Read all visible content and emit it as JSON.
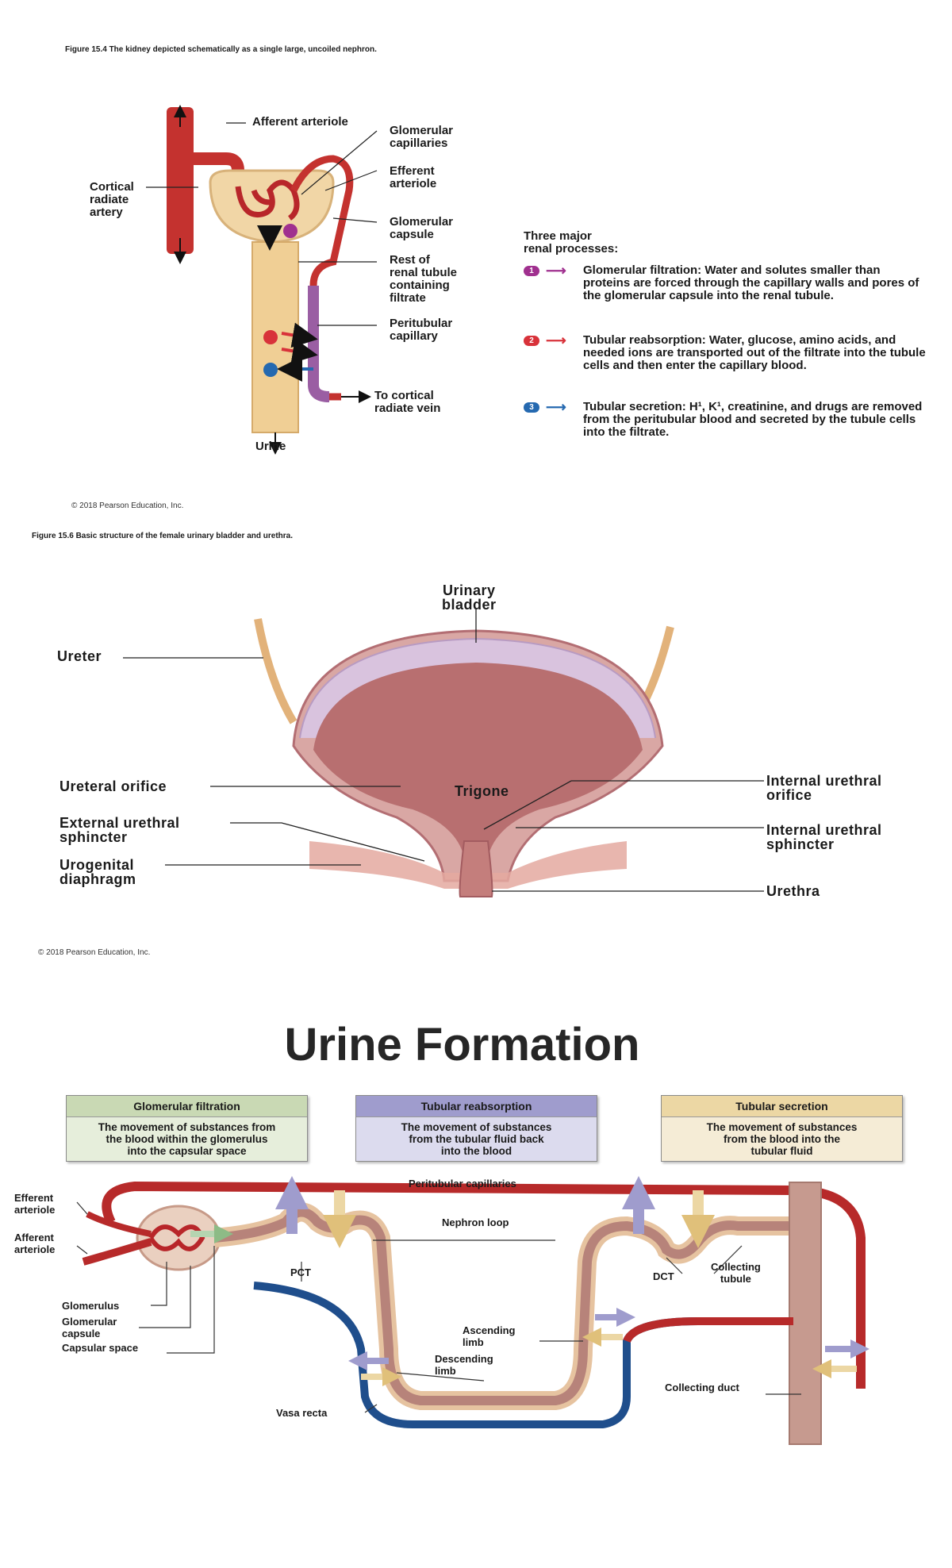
{
  "fig1": {
    "caption": "Figure 15.4 The kidney depicted schematically as a single large, uncoiled nephron.",
    "labels": {
      "afferent": "Afferent arteriole",
      "glom_cap": [
        "Glomerular",
        "capillaries"
      ],
      "efferent": [
        "Efferent",
        "arteriole"
      ],
      "cortical": [
        "Cortical",
        "radiate",
        "artery"
      ],
      "capsule": [
        "Glomerular",
        "capsule"
      ],
      "rest": [
        "Rest of",
        "renal tubule",
        "containing",
        "filtrate"
      ],
      "peritubular": [
        "Peritubular",
        "capillary"
      ],
      "vein": [
        "To cortical",
        "radiate vein"
      ],
      "urine": "Urine"
    },
    "processes_title": [
      "Three major",
      "renal processes:"
    ],
    "processes": [
      {
        "num": "1",
        "name": "Glomerular filtration:",
        "text": "Water and solutes smaller than proteins are forced through the capillary walls and pores of the glomerular capsule into the renal tubule.",
        "color": "#a0308f"
      },
      {
        "num": "2",
        "name": "Tubular reabsorption:",
        "text": "Water, glucose, amino acids, and needed ions are transported out of the filtrate into the tubule cells and then enter the capillary blood.",
        "color": "#d8323a"
      },
      {
        "num": "3",
        "name": "Tubular secretion:",
        "text": "H¹, K¹, creatinine, and drugs are removed from the peritubular blood and secreted by the tubule cells into the filtrate.",
        "color": "#2569b0"
      }
    ],
    "copyright": "© 2018 Pearson Education, Inc."
  },
  "fig2": {
    "caption": "Figure 15.6 Basic structure of the female urinary bladder and urethra.",
    "labels": {
      "bladder": [
        "Urinary",
        "bladder"
      ],
      "ureter": "Ureter",
      "ureteral_orifice": "Ureteral orifice",
      "trigone": "Trigone",
      "ext_sphincter": [
        "External urethral",
        "sphincter"
      ],
      "urogenital": [
        "Urogenital",
        "diaphragm"
      ],
      "int_orifice": [
        "Internal urethral",
        "orifice"
      ],
      "int_sphincter": [
        "Internal urethral",
        "sphincter"
      ],
      "urethra": "Urethra"
    },
    "copyright": "© 2018 Pearson Education, Inc."
  },
  "fig3": {
    "title": "Urine Formation",
    "boxes": [
      {
        "head": "Glomerular filtration",
        "desc": [
          "The movement of substances from",
          "the blood within the glomerulus",
          "into the capsular space"
        ],
        "head_color": "#c9d9b4",
        "body_color": "#e6eedb"
      },
      {
        "head": "Tubular reabsorption",
        "desc": [
          "The movement of substances",
          "from the tubular fluid back",
          "into the blood"
        ],
        "head_color": "#9f9ccd",
        "body_color": "#dcdbee"
      },
      {
        "head": "Tubular secretion",
        "desc": [
          "The movement of substances",
          "from the blood into the",
          "tubular fluid"
        ],
        "head_color": "#ecd7a4",
        "body_color": "#f5ecd6"
      }
    ],
    "labels": {
      "peritubular": "Peritubular capillaries",
      "loop": "Nephron loop",
      "efferent": [
        "Efferent",
        "arteriole"
      ],
      "afferent": [
        "Afferent",
        "arteriole"
      ],
      "pct": "PCT",
      "dct": "DCT",
      "collecting_tubule": [
        "Collecting",
        "tubule"
      ],
      "glomerulus": "Glomerulus",
      "glom_capsule": [
        "Glomerular",
        "capsule"
      ],
      "capsular_space": "Capsular space",
      "ascending": [
        "Ascending",
        "limb"
      ],
      "descending": [
        "Descending",
        "limb"
      ],
      "collecting_duct": "Collecting duct",
      "vasa_recta": "Vasa recta"
    }
  }
}
